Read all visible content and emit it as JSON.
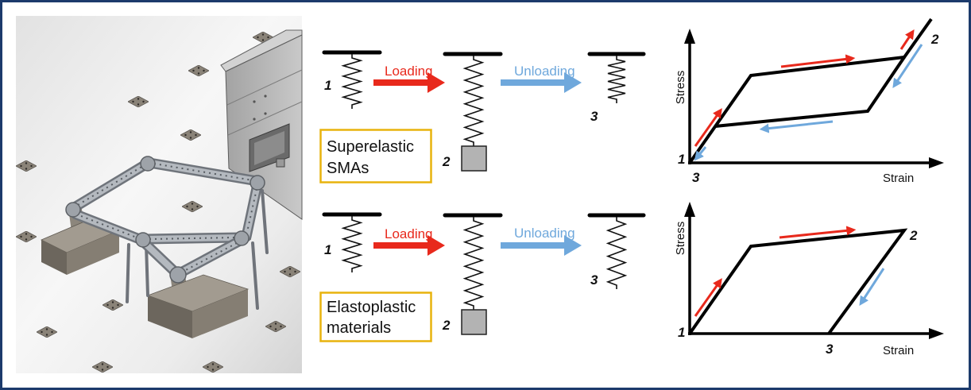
{
  "colors": {
    "loading": "#e8291c",
    "unloading": "#6fa8dc",
    "material_box_border": "#e8b30d",
    "figure_border": "#1c3a6b"
  },
  "spring_rows": [
    {
      "state_labels": {
        "state_1": "1",
        "state_2": "2",
        "state_3": "3"
      },
      "loading_label": "Loading",
      "unloading_label": "Unloading",
      "material_label_lines": [
        "Superelastic",
        "SMAs"
      ]
    },
    {
      "state_labels": {
        "state_1": "1",
        "state_2": "2",
        "state_3": "3"
      },
      "loading_label": "Loading",
      "unloading_label": "Unloading",
      "material_label_lines": [
        "Elastoplastic",
        "materials"
      ]
    }
  ],
  "stress_strain_plots": [
    {
      "y_label": "Stress",
      "x_label": "Strain",
      "point_labels": {
        "state_1": "1",
        "state_2": "2",
        "state_3": "3"
      }
    },
    {
      "y_label": "Stress",
      "x_label": "Strain",
      "point_labels": {
        "state_1": "1",
        "state_2": "2",
        "state_3": "3"
      }
    }
  ]
}
